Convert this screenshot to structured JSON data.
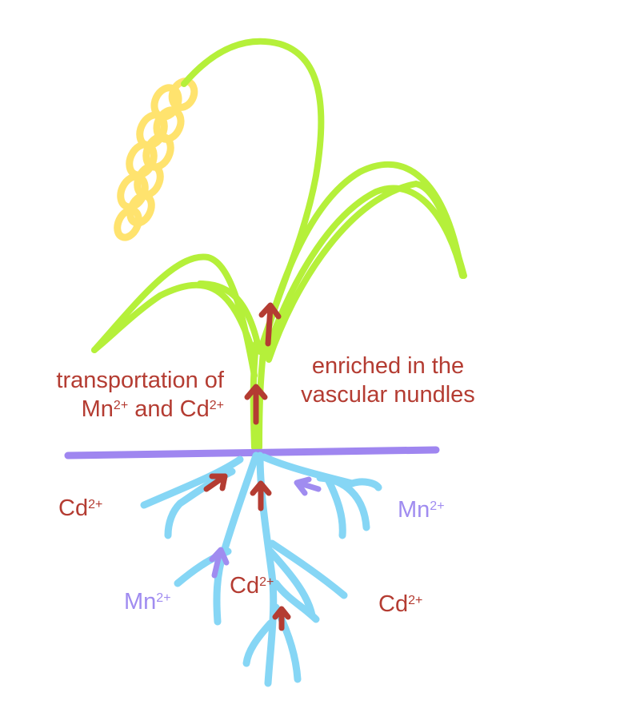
{
  "labels": {
    "transport_line1": "transportation of",
    "transport_mn": "Mn",
    "transport_mn_charge": "2+",
    "transport_and": " and Cd",
    "transport_cd_charge": "2+",
    "enriched_line1": "enriched in the",
    "enriched_line2": "vascular nundles",
    "ion_cd": "Cd",
    "ion_mn": "Mn",
    "charge": "2+"
  },
  "colors": {
    "stem": "#b5f03a",
    "grain": "#ffe36e",
    "root": "#86d6f5",
    "ground": "#9f86f0",
    "cd_arrow": "#b43c32",
    "cd_text": "#b43c32",
    "mn_arrow": "#a08cf0",
    "mn_text": "#a08cf0"
  }
}
